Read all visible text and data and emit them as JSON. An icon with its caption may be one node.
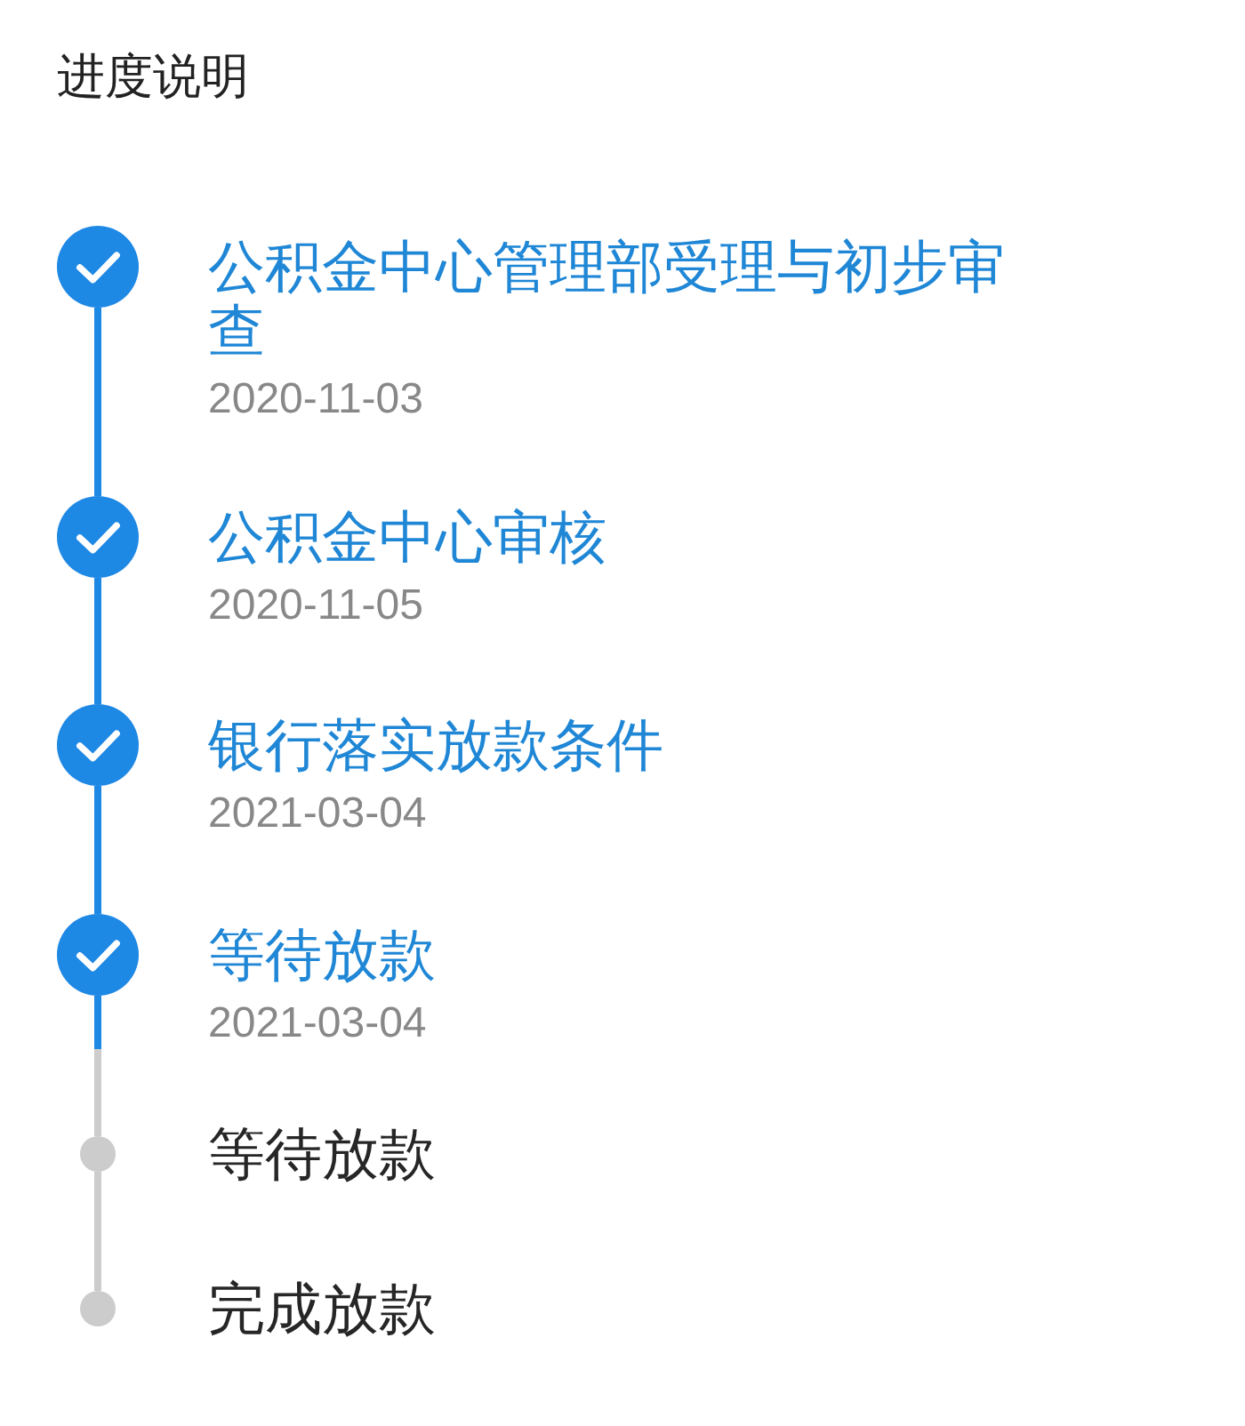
{
  "diagram": {
    "title": "进度说明",
    "nodes": [
      {
        "text": [],
        "shape": "circle",
        "beside": [
          "公积金中心管理部受理与初步审查",
          "2020-11-03"
        ]
      },
      {
        "text": [],
        "shape": "circle",
        "beside": [
          "公积金中心审核",
          "2020-11-05"
        ]
      },
      {
        "text": [],
        "shape": "circle",
        "beside": [
          "银行落实放款条件",
          "2021-03-04"
        ]
      },
      {
        "text": [],
        "shape": "circle",
        "beside": [
          "等待放款",
          "2021-03-04"
        ]
      },
      {
        "text": [],
        "shape": "circle",
        "beside": [
          "等待放款"
        ]
      },
      {
        "text": [],
        "shape": "circle",
        "beside": [
          "完成放款"
        ]
      }
    ],
    "edges": [
      {
        "from": 0,
        "to": 1,
        "arrow": "none"
      },
      {
        "from": 1,
        "to": 2,
        "arrow": "none"
      },
      {
        "from": 2,
        "to": 3,
        "arrow": "none"
      },
      {
        "from": 3,
        "to": 4,
        "arrow": "none",
        "color": "#cccccc"
      },
      {
        "from": 4,
        "to": 5,
        "arrow": "none",
        "color": "#cccccc"
      }
    ]
  }
}
